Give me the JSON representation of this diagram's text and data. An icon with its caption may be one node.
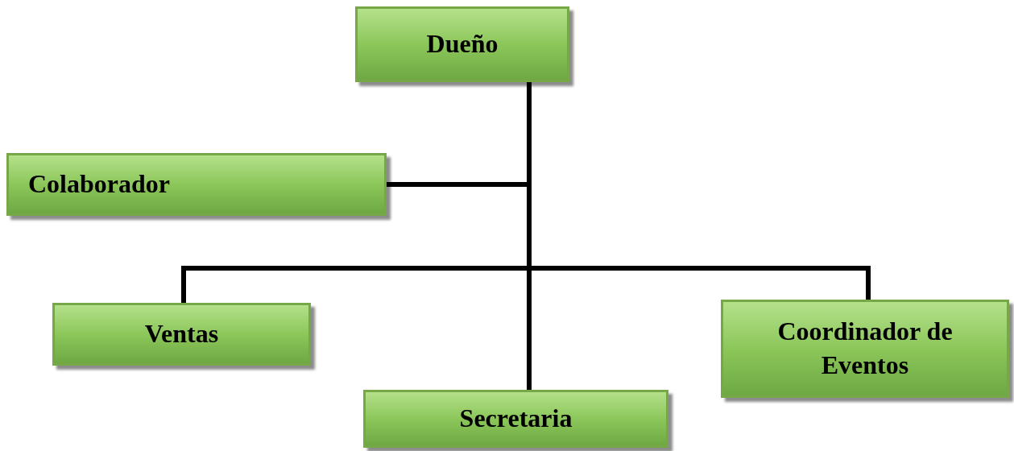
{
  "diagram": {
    "nodes": [
      {
        "text": [
          "Dueño"
        ]
      },
      {
        "text": [
          "Colaborador"
        ]
      },
      {
        "text": [
          "Ventas"
        ]
      },
      {
        "text": [
          "Secretaria"
        ]
      },
      {
        "text": [
          "Coordinador de Eventos"
        ]
      }
    ],
    "edges": [
      {
        "from": 0,
        "to": 1,
        "arrow": "none"
      },
      {
        "from": 0,
        "to": 2,
        "arrow": "none"
      },
      {
        "from": 0,
        "to": 3,
        "arrow": "none"
      },
      {
        "from": 0,
        "to": 4,
        "arrow": "none"
      }
    ]
  }
}
